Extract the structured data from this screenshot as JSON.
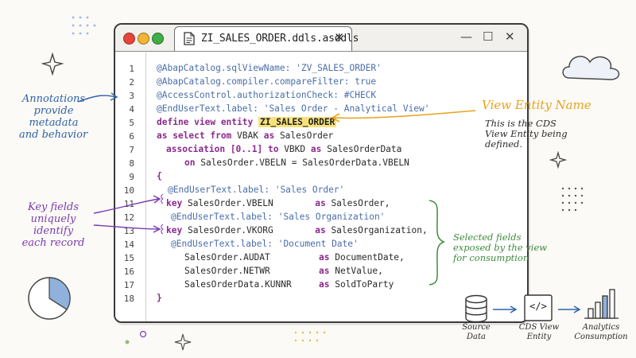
{
  "window": {
    "tab_title": "ZI_SALES_ORDER.ddls.asddls",
    "tab_close": "✕",
    "buttons": {
      "minimize": "—",
      "maximize": "☐",
      "close": "✕"
    }
  },
  "code": {
    "line_numbers": [
      "1",
      "2",
      "3",
      "4",
      "5",
      "6",
      "7",
      "8",
      "9",
      "10",
      "11",
      "12",
      "13",
      "14",
      "15",
      "16",
      "17",
      "18"
    ],
    "l1": "@AbapCatalog.sqlViewName: 'ZV_SALES_ORDER'",
    "l2": "@AbapCatalog.compiler.compareFilter: true",
    "l3": "@AccessControl.authorizationCheck: #CHECK",
    "l4": "@EndUserText.label: 'Sales Order - Analytical View'",
    "l5_kw": "define view entity",
    "l5_name": "ZI_SALES_ORDER",
    "l6_kw1": "as select from",
    "l6_src": " VBAK ",
    "l6_kw2": "as",
    "l6_alias": " SalesOrder",
    "l7_kw1": "association [0..1] to",
    "l7_tgt": " VBKD ",
    "l7_kw2": "as",
    "l7_alias": " SalesOrderData",
    "l8_kw": "on",
    "l8_cond": " SalesOrder.VBELN = SalesOrderData.VBELN",
    "l9": "{",
    "l10": "@EndUserText.label: 'Sales Order'",
    "l11_kw": "key",
    "l11_field": " SalesOrder.VBELN",
    "l11_as": "as",
    "l11_alias": " SalesOrder,",
    "l12": "@EndUserText.label: 'Sales Organization'",
    "l13_kw": "key",
    "l13_field": " SalesOrder.VKORG",
    "l13_as": "as",
    "l13_alias": " SalesOrganization,",
    "l14": "@EndUserText.label: 'Document Date'",
    "l15_field": "SalesOrder.AUDAT",
    "l15_as": "as",
    "l15_alias": " DocumentDate,",
    "l16_field": "SalesOrder.NETWR",
    "l16_as": "as",
    "l16_alias": " NetValue,",
    "l17_field": "SalesOrderData.KUNNR",
    "l17_as": "as",
    "l17_alias": " SoldToParty",
    "l18": "}"
  },
  "notes": {
    "annotations": [
      "Annotations",
      "provide metadata",
      "and behavior"
    ],
    "view_entity_title": "View Entity Name",
    "view_entity_desc": [
      "This is the CDS",
      "View Entity being",
      "defined."
    ],
    "key_fields": [
      "Key fields",
      "uniquely identify",
      "each record"
    ],
    "selected_fields": [
      "Selected fields",
      "exposed by the view",
      "for consumption"
    ]
  },
  "flow": {
    "source": [
      "Source",
      "Data"
    ],
    "cds": [
      "CDS View",
      "Entity"
    ],
    "analytics": [
      "Analytics",
      "Consumption"
    ],
    "cds_glyph": "</>"
  },
  "colors": {
    "annotation_blue": "#2f62a8",
    "keyword_purple": "#8b2a8e",
    "highlight_yellow": "#f7e27a",
    "note_orange": "#e9a21c",
    "note_green": "#3d8a3a",
    "note_purple": "#7a3ab0"
  },
  "icons": [
    "document-icon",
    "cloud-icon",
    "sparkle-icon",
    "pie-chart-icon",
    "database-icon",
    "code-icon",
    "bar-chart-icon"
  ]
}
